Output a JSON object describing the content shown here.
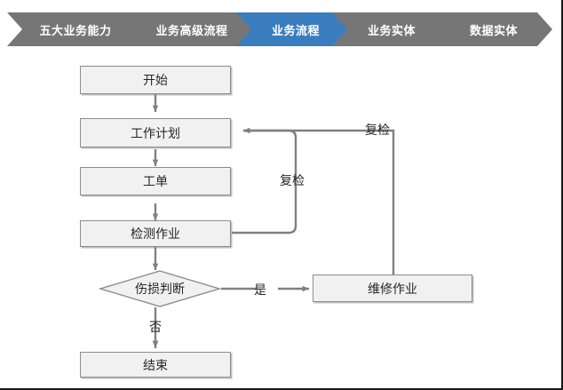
{
  "breadcrumb": {
    "active_color": "#3a7dbf",
    "inactive_color": "#767676",
    "items": [
      {
        "label": "五大业务能力",
        "active": false
      },
      {
        "label": "业务高级流程",
        "active": false
      },
      {
        "label": "业务流程",
        "active": true
      },
      {
        "label": "业务实体",
        "active": false
      },
      {
        "label": "数据实体",
        "active": false
      }
    ]
  },
  "flowchart": {
    "node_fill": "#f1f1f1",
    "node_border": "#8c8c8c",
    "line_color": "#808080",
    "text_color": "#262626",
    "nodes": [
      {
        "id": "start",
        "label": "开始",
        "shape": "rect"
      },
      {
        "id": "workplan",
        "label": "工作计划",
        "shape": "rect"
      },
      {
        "id": "workorder",
        "label": "工单",
        "shape": "rect"
      },
      {
        "id": "inspect",
        "label": "检测作业",
        "shape": "rect"
      },
      {
        "id": "decision",
        "label": "伤损判断",
        "shape": "diamond"
      },
      {
        "id": "repair",
        "label": "维修作业",
        "shape": "rect"
      },
      {
        "id": "end",
        "label": "结束",
        "shape": "rect"
      }
    ],
    "edge_labels": [
      {
        "id": "recheck-outer",
        "label": "复检"
      },
      {
        "id": "recheck-inner",
        "label": "复检"
      },
      {
        "id": "yes",
        "label": "是"
      },
      {
        "id": "no",
        "label": "否"
      }
    ]
  }
}
